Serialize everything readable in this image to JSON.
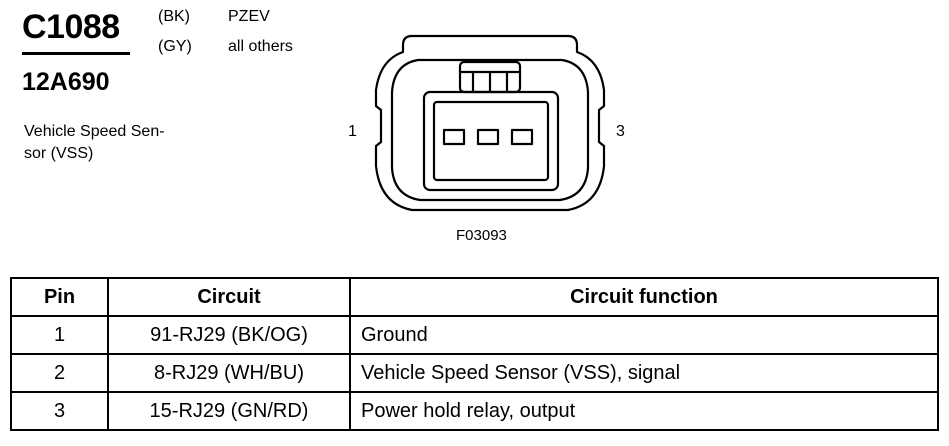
{
  "connector": {
    "id": "C1088",
    "part_number": "12A690",
    "description_line1": "Vehicle Speed Sen-",
    "description_line2": "sor (VSS)",
    "colors": [
      {
        "code": "(BK)",
        "applies_to": "PZEV"
      },
      {
        "code": "(GY)",
        "applies_to": "all others"
      }
    ],
    "pin_left": "1",
    "pin_right": "3",
    "figure_id": "F03093"
  },
  "table": {
    "headers": [
      "Pin",
      "Circuit",
      "Circuit function"
    ],
    "rows": [
      {
        "pin": "1",
        "circuit": "91-RJ29 (BK/OG)",
        "function": "Ground"
      },
      {
        "pin": "2",
        "circuit": "8-RJ29 (WH/BU)",
        "function": "Vehicle Speed Sensor (VSS), signal"
      },
      {
        "pin": "3",
        "circuit": "15-RJ29 (GN/RD)",
        "function": "Power hold relay, output"
      }
    ]
  }
}
